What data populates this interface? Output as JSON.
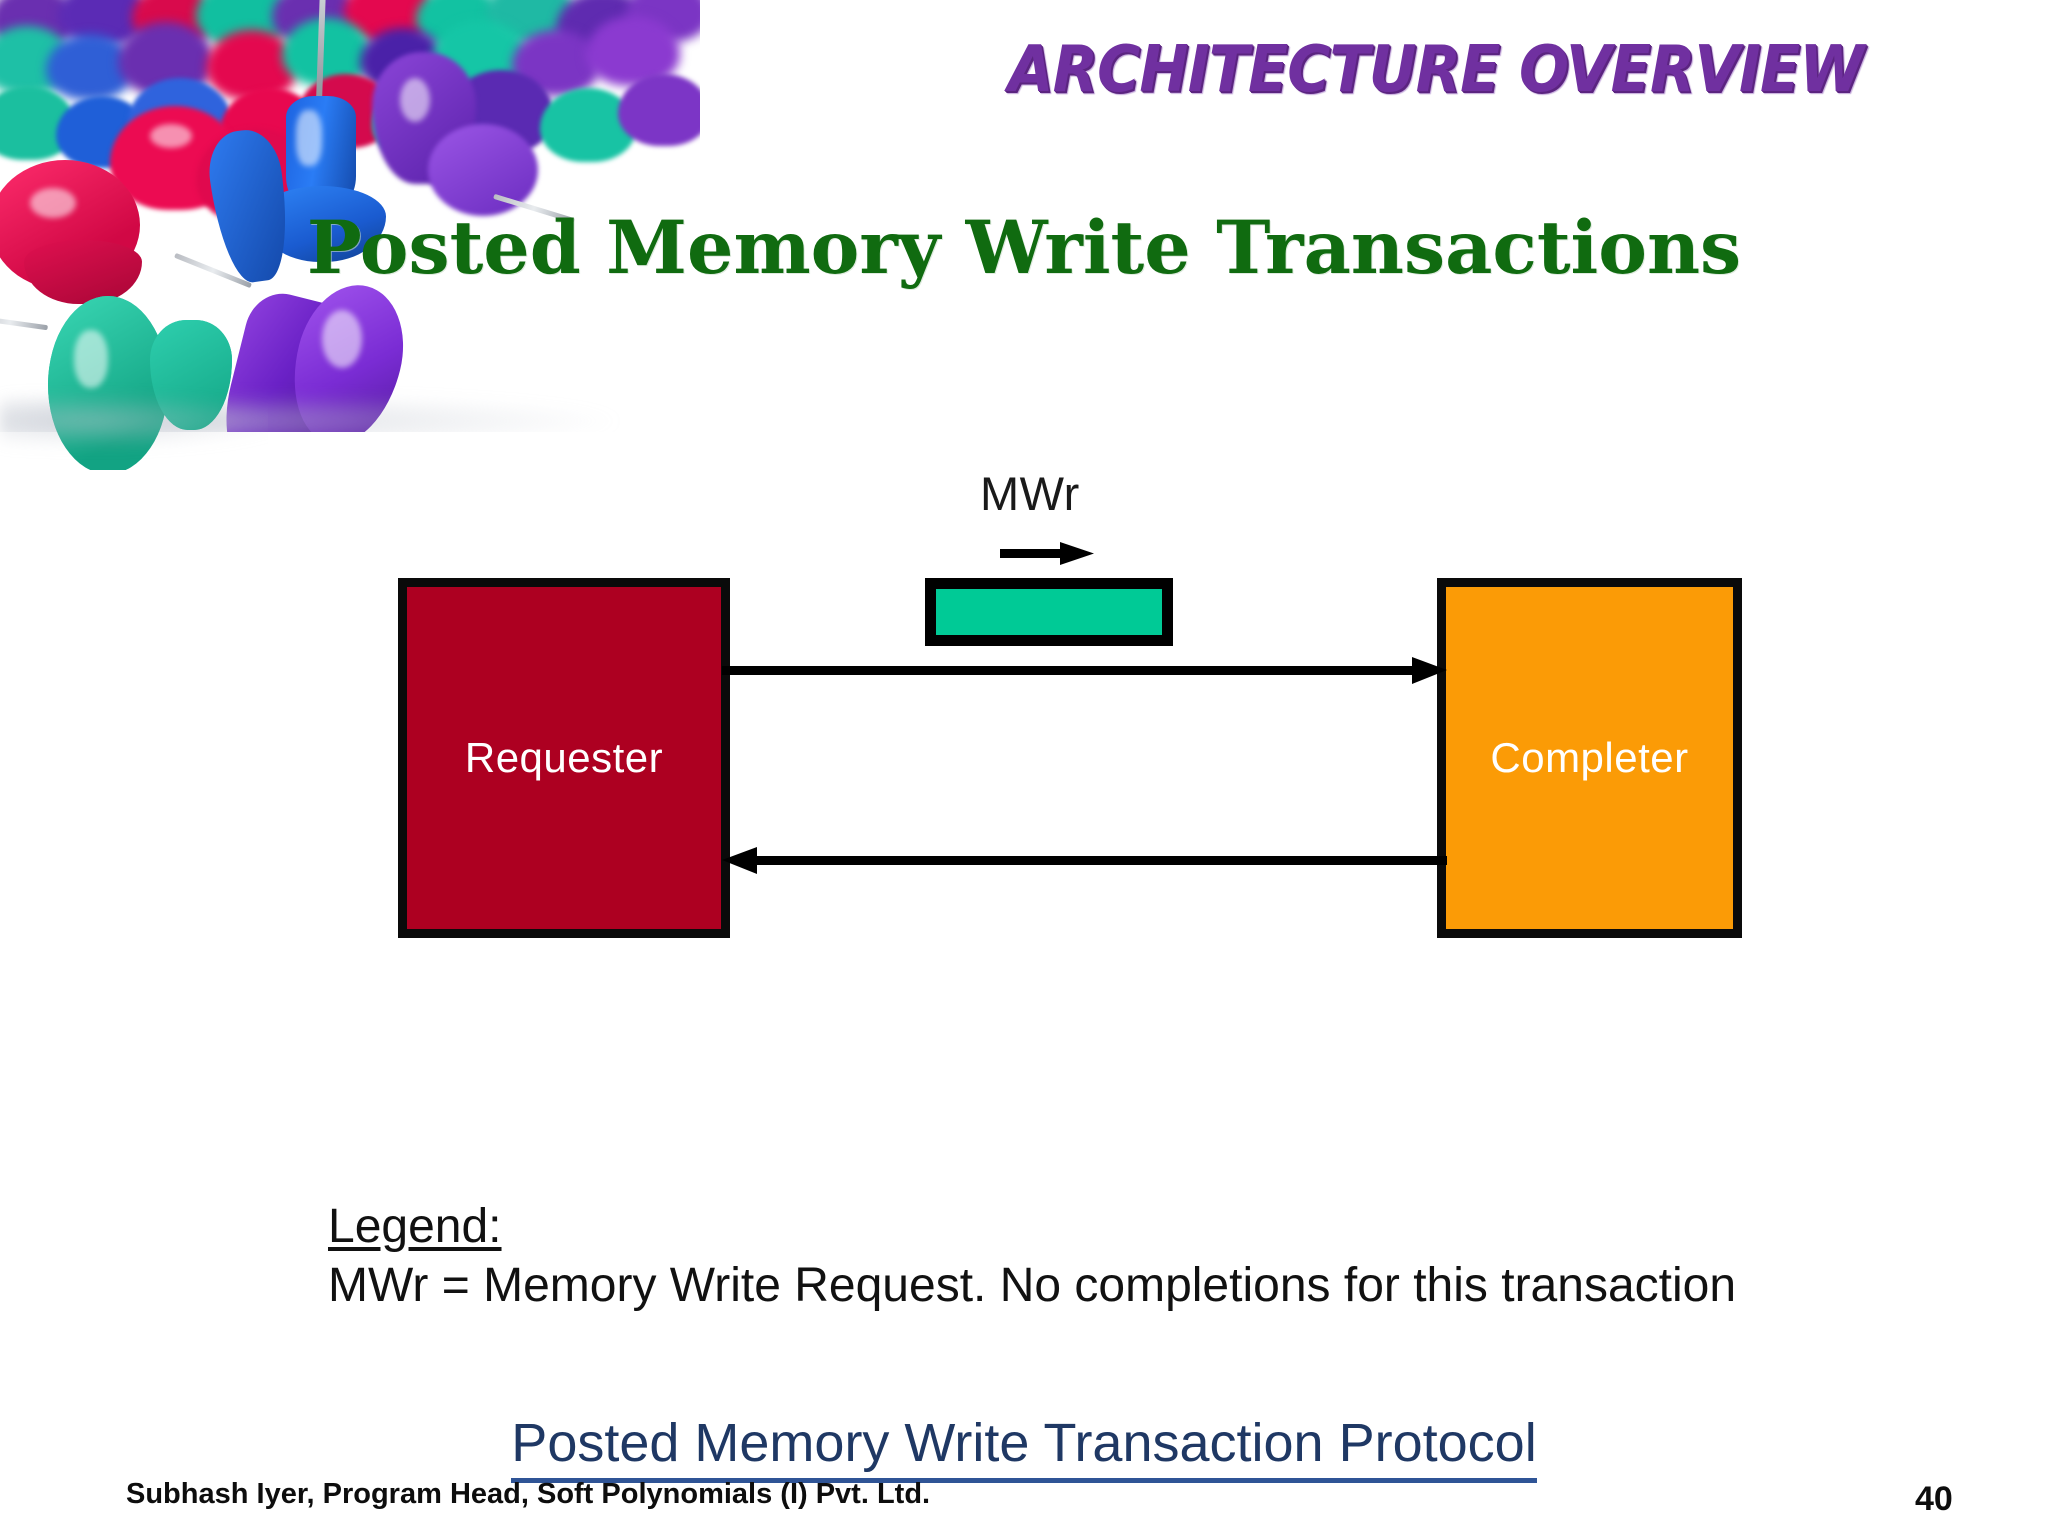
{
  "header": {
    "title": "ARCHITECTURE OVERVIEW",
    "color": "#7030a0"
  },
  "slide": {
    "title": "Posted Memory Write Transactions",
    "title_color": "#106b10",
    "page_number": "40"
  },
  "decoration": {
    "image_name": "colorful-pushpins-photo",
    "alt": "Photograph of scattered colorful push pins"
  },
  "diagram": {
    "nodes": [
      {
        "id": "requester",
        "label": "Requester",
        "fill": "#ad0021",
        "text_color": "#ffffff"
      },
      {
        "id": "completer",
        "label": "Completer",
        "fill": "#fb9b06",
        "text_color": "#ffffff"
      }
    ],
    "packet": {
      "label": "MWr",
      "fill": "#00ca96",
      "border": "#000000"
    },
    "arrows": [
      {
        "id": "mwr-direction",
        "direction": "right",
        "label": "MWr"
      },
      {
        "id": "requester-to-completer",
        "direction": "right",
        "label": ""
      },
      {
        "id": "completer-to-requester",
        "direction": "left",
        "label": ""
      }
    ]
  },
  "legend": {
    "heading": "Legend:",
    "text": "MWr = Memory Write Request. No completions for this transaction"
  },
  "caption": {
    "text": "Posted Memory Write Transaction Protocol",
    "color": "#1f3864"
  },
  "footer": {
    "credit": "Subhash Iyer, Program Head, Soft Polynomials (I) Pvt. Ltd."
  }
}
